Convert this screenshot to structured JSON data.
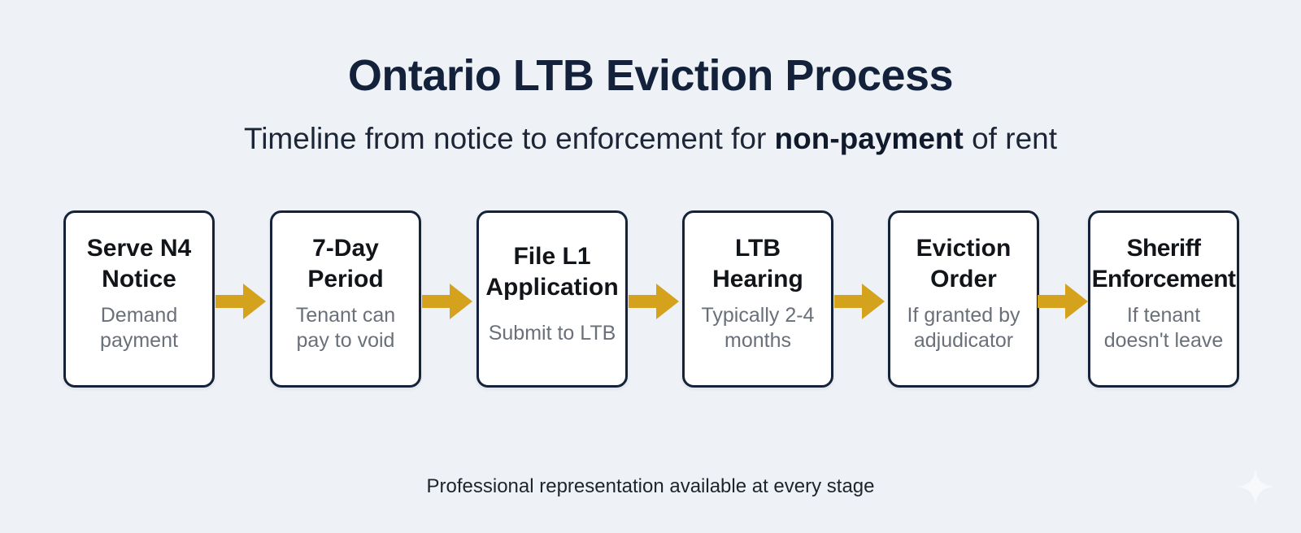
{
  "header": {
    "title": "Ontario LTB Eviction Process",
    "subtitle_prefix": "Timeline from notice to enforcement for ",
    "subtitle_bold": "non-payment",
    "subtitle_suffix": " of rent"
  },
  "steps": [
    {
      "title": "Serve N4\nNotice",
      "description": "Demand\npayment"
    },
    {
      "title": "7-Day\nPeriod",
      "description": "Tenant can\npay to void"
    },
    {
      "title": "File L1\nApplication",
      "description": "Submit to LTB"
    },
    {
      "title": "LTB\nHearing",
      "description": "Typically 2-4\nmonths"
    },
    {
      "title": "Eviction\nOrder",
      "description": "If granted by\nadjudicator"
    },
    {
      "title": "Sheriff\nEnforcement",
      "description": "If tenant\ndoesn't leave"
    }
  ],
  "footer": {
    "note": "Professional representation available at every stage"
  },
  "colors": {
    "background": "#eef2f6",
    "box_border": "#15223a",
    "arrow": "#d4a21c",
    "title": "#13223a"
  },
  "icons": {
    "connector": "arrow-right-icon",
    "watermark": "sparkle-icon"
  }
}
